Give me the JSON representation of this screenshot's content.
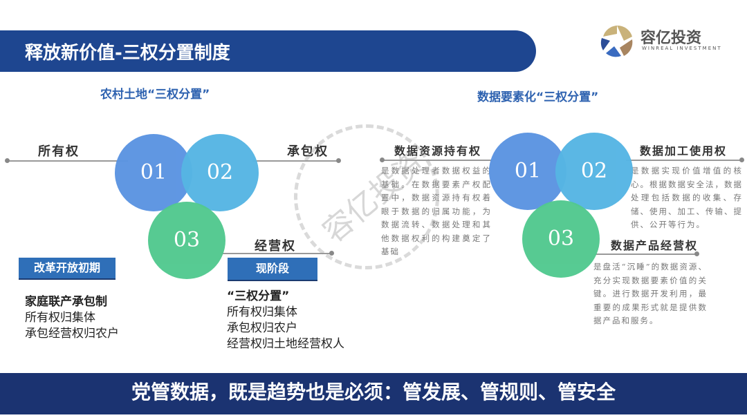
{
  "title": "释放新价值-三权分置制度",
  "logo": {
    "name": "容亿投资",
    "sub": "WINREAL INVESTMENT"
  },
  "watermark": "容亿投资",
  "left": {
    "heading": "农村土地“三权分置”",
    "rights": [
      "所有权",
      "承包权",
      "经营权"
    ],
    "nums": [
      "01",
      "02",
      "03"
    ],
    "tag1": "改革开放初期",
    "block1": [
      "家庭联产承包制",
      "所有权归集体",
      "承包经营权归农户"
    ],
    "tag2": "现阶段",
    "block2": [
      "“三权分置”",
      "所有权归集体",
      "承包权归农户",
      "经营权归土地经营权人"
    ]
  },
  "right": {
    "heading": "数据要素化“三权分置”",
    "nums": [
      "01",
      "02",
      "03"
    ],
    "items": [
      {
        "title": "数据资源持有权",
        "desc": "是数据处理者数据权益的基础。在数据要素产权配置中，数据资源持有权着眼于数据的归属功能，为数据流转、数据处理和其他数据权利的构建奠定了基础"
      },
      {
        "title": "数据加工使用权",
        "desc": "是数据实现价值增值的核心。根据数据安全法，数据处理包括数据的收集、存储、使用、加工、传输、提供、公开等行为。"
      },
      {
        "title": "数据产品经营权",
        "desc": "是盘活“沉睡”的数据资源、充分实现数据要素价值的关键。进行数据开发利用，最重要的成果形式就是提供数据产品和服务。"
      }
    ]
  },
  "footer": "党管数据，既是趋势也是必须：管发展、管规则、管安全"
}
